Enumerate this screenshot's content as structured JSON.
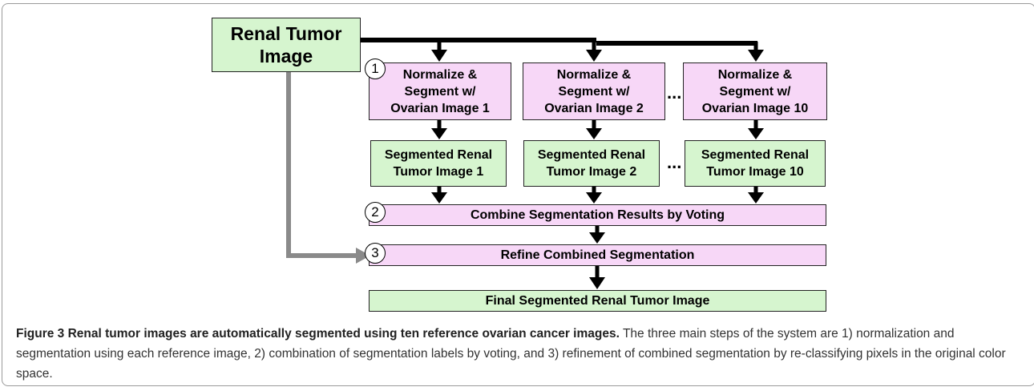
{
  "figure": {
    "input_box": "Renal Tumor\nImage",
    "step_numbers": [
      "1",
      "2",
      "3"
    ],
    "normalize_boxes": [
      "Normalize &\nSegment w/\nOvarian Image 1",
      "Normalize &\nSegment w/\nOvarian Image 2",
      "Normalize &\nSegment w/\nOvarian Image 10"
    ],
    "segmented_boxes": [
      "Segmented Renal\nTumor Image 1",
      "Segmented Renal\nTumor Image 2",
      "Segmented Renal\nTumor Image 10"
    ],
    "ellipsis": "...",
    "combine_box": "Combine Segmentation Results by Voting",
    "refine_box": "Refine Combined Segmentation",
    "final_box": "Final Segmented Renal Tumor Image",
    "colors": {
      "green_box": "#d6f5cf",
      "pink_box": "#f7d7f7",
      "arrow": "#000000",
      "bypass_arrow": "#8a8a8a"
    }
  },
  "caption": {
    "label": "Figure 3",
    "title": "Renal tumor images are automatically segmented using ten reference ovarian cancer images.",
    "body": "The three main steps of the system are 1) normalization and segmentation using each reference image, 2) combination of segmentation labels by voting, and 3) refinement of combined segmentation by re-classifying pixels in the original color space."
  }
}
